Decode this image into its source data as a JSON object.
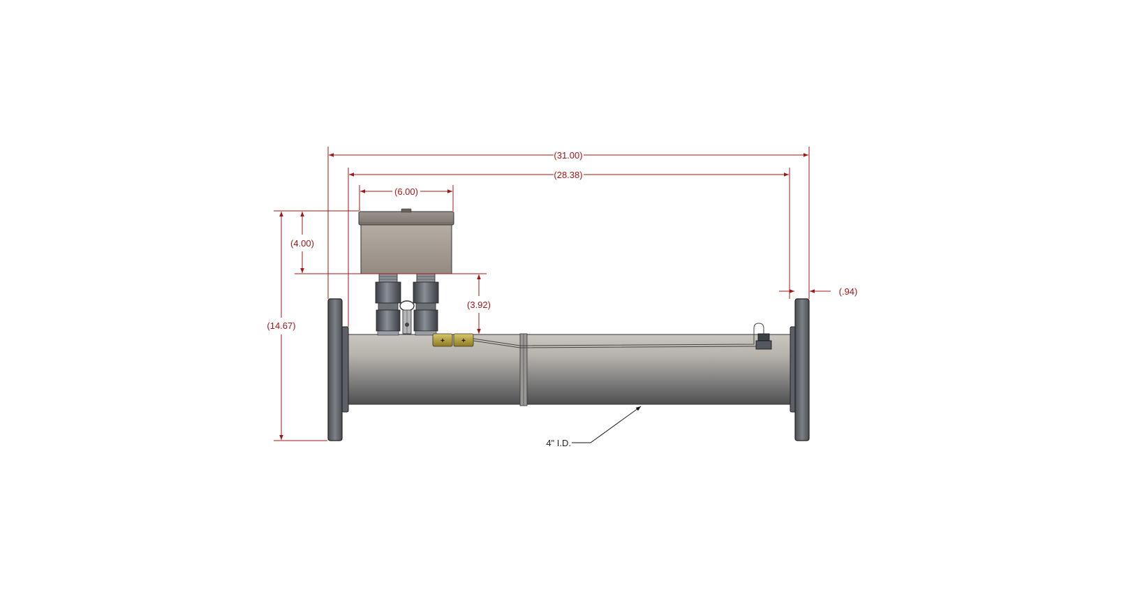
{
  "drawing": {
    "dimensions": {
      "overall_length": "31.00",
      "face_to_face": "28.38",
      "enclosure_width": "6.00",
      "enclosure_height": "4.00",
      "enclosure_offset": "3.92",
      "total_height": "14.67",
      "flange_thickness": ".94"
    },
    "callout": "4\" I.D.",
    "sensor_mark": "+"
  },
  "colors": {
    "dimension": "#a31515",
    "pipe_light": "#b9b5ae",
    "pipe_dark": "#5b5b5c",
    "flange": "#6b6e73",
    "enclosure": "#a49a92",
    "sensor": "#c9b24a"
  }
}
